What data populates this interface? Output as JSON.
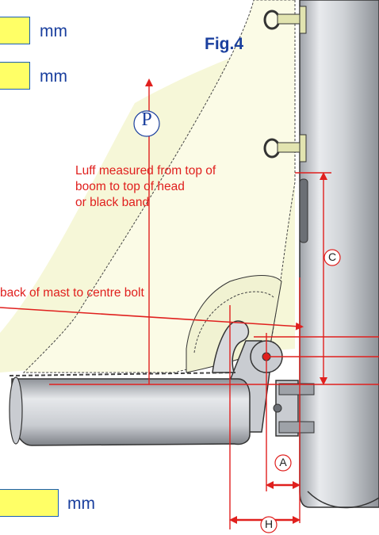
{
  "figure": {
    "title": "Fig.4"
  },
  "inputs": [
    {
      "id": "top1",
      "unit": "mm",
      "value": ""
    },
    {
      "id": "top2",
      "unit": "mm",
      "value": ""
    },
    {
      "id": "bottom",
      "unit": "mm",
      "value": ""
    }
  ],
  "annotations": {
    "luff_note": [
      "Luff  measured from top of",
      "boom  to top of head",
      "or black band"
    ],
    "back_note": "back of mast to centre bolt"
  },
  "labels": {
    "P": "P",
    "A": "A",
    "C": "C",
    "H": "H"
  },
  "colors": {
    "measure": "#e0201e",
    "text_blue": "#1a3f9e",
    "input_fill": "#ffff66",
    "sail": "#fbfbe6",
    "metal": "#c9ccd1"
  }
}
